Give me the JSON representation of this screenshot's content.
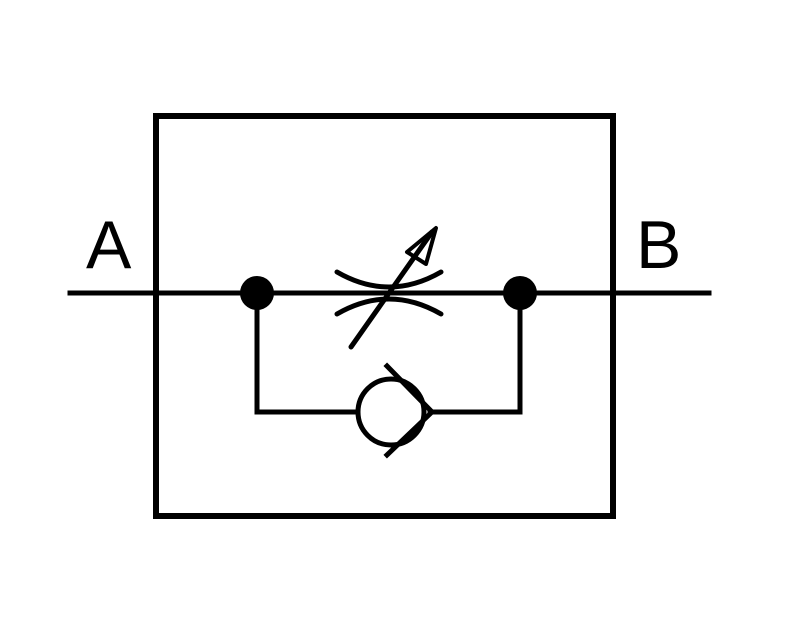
{
  "ports": {
    "inlet_label": "A",
    "outlet_label": "B"
  },
  "symbol": {
    "components": [
      "adjustable-throttle",
      "check-valve"
    ]
  },
  "colors": {
    "stroke": "#000000",
    "background": "#ffffff"
  }
}
